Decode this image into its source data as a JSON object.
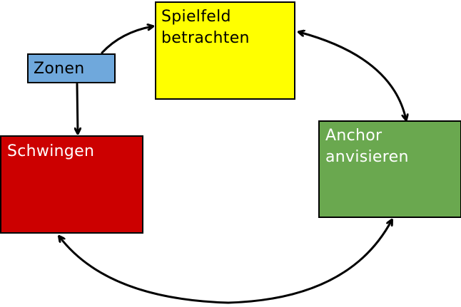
{
  "nodes": {
    "spielfeld": {
      "lines": [
        "Spielfeld",
        "betrachten"
      ],
      "fill": "#ffff00",
      "text_color": "#000000"
    },
    "zonen": {
      "lines": [
        "Zonen"
      ],
      "fill": "#6fa8dc",
      "text_color": "#000000"
    },
    "anchor": {
      "lines": [
        "Anchor",
        "anvisieren"
      ],
      "fill": "#6aa84f",
      "text_color": "#ffffff"
    },
    "schwingen": {
      "lines": [
        "Schwingen"
      ],
      "fill": "#cc0000",
      "text_color": "#ffffff"
    }
  },
  "edges": [
    {
      "from": "zonen",
      "to": "spielfeld",
      "direction": "forward"
    },
    {
      "from": "zonen",
      "to": "schwingen",
      "direction": "forward"
    },
    {
      "from": "spielfeld",
      "to": "anchor",
      "direction": "both"
    },
    {
      "from": "schwingen",
      "to": "anchor",
      "direction": "both"
    }
  ],
  "edge_color": "#000000"
}
